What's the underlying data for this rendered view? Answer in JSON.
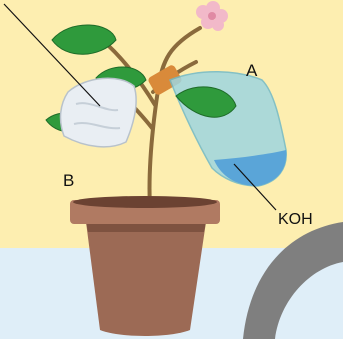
{
  "labels": {
    "a": "A",
    "b": "B",
    "koh": "KOH"
  },
  "colors": {
    "background_top": "#fdeeb0",
    "background_bottom": "#dfeef8",
    "arc": "#7f7f7f",
    "leaf": "#2f9a3c",
    "stem": "#8a6a3c",
    "pot": "#9c6a55",
    "flask": "#9fd6e0",
    "koh_liquid": "#5aa5d8",
    "flower": "#f2b9c9"
  }
}
